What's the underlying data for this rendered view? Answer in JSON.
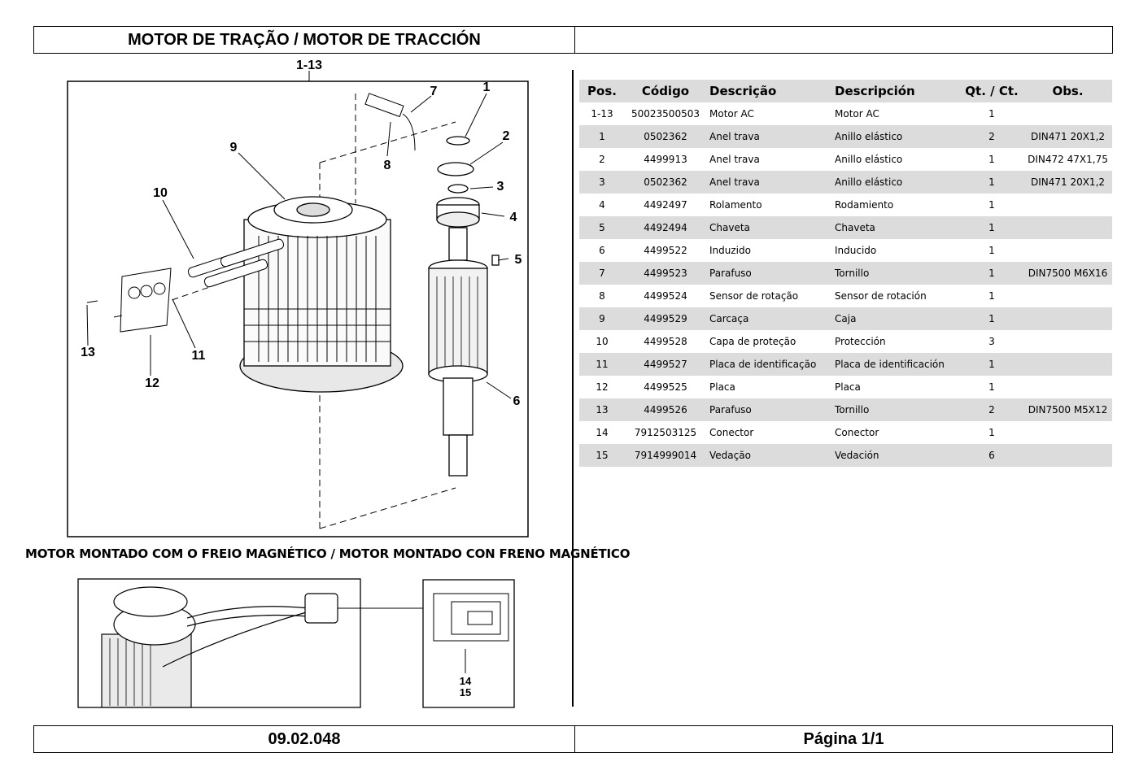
{
  "header": {
    "title": "MOTOR DE TRAÇÃO / MOTOR DE TRACCIÓN",
    "right": ""
  },
  "footer": {
    "code": "09.02.048",
    "page": "Página 1/1"
  },
  "caption": "MOTOR MONTADO COM O FREIO MAGNÉTICO / MOTOR MONTADO CON FRENO MAGNÉTICO",
  "drawing_labels": {
    "assembly": "1-13",
    "l1": "1",
    "l2": "2",
    "l3": "3",
    "l4": "4",
    "l5": "5",
    "l6": "6",
    "l7": "7",
    "l8": "8",
    "l9": "9",
    "l10": "10",
    "l11": "11",
    "l12": "12",
    "l13": "13",
    "l14": "14",
    "l15": "15"
  },
  "table": {
    "headers": [
      "Pos.",
      "Código",
      "Descrição",
      "Descripción",
      "Qt. / Ct.",
      "Obs."
    ],
    "rows": [
      {
        "pos": "1-13",
        "codigo": "50023500503",
        "descricao": "Motor AC",
        "descripcion": "Motor AC",
        "qt": "1",
        "obs": ""
      },
      {
        "pos": "1",
        "codigo": "0502362",
        "descricao": "Anel trava",
        "descripcion": "Anillo elástico",
        "qt": "2",
        "obs": "DIN471 20X1,2"
      },
      {
        "pos": "2",
        "codigo": "4499913",
        "descricao": "Anel trava",
        "descripcion": "Anillo elástico",
        "qt": "1",
        "obs": "DIN472 47X1,75"
      },
      {
        "pos": "3",
        "codigo": "0502362",
        "descricao": "Anel trava",
        "descripcion": "Anillo elástico",
        "qt": "1",
        "obs": "DIN471 20X1,2"
      },
      {
        "pos": "4",
        "codigo": "4492497",
        "descricao": "Rolamento",
        "descripcion": "Rodamiento",
        "qt": "1",
        "obs": ""
      },
      {
        "pos": "5",
        "codigo": "4492494",
        "descricao": "Chaveta",
        "descripcion": "Chaveta",
        "qt": "1",
        "obs": ""
      },
      {
        "pos": "6",
        "codigo": "4499522",
        "descricao": "Induzido",
        "descripcion": "Inducido",
        "qt": "1",
        "obs": ""
      },
      {
        "pos": "7",
        "codigo": "4499523",
        "descricao": "Parafuso",
        "descripcion": "Tornillo",
        "qt": "1",
        "obs": "DIN7500 M6X16"
      },
      {
        "pos": "8",
        "codigo": "4499524",
        "descricao": "Sensor de rotação",
        "descripcion": "Sensor de rotación",
        "qt": "1",
        "obs": ""
      },
      {
        "pos": "9",
        "codigo": "4499529",
        "descricao": "Carcaça",
        "descripcion": "Caja",
        "qt": "1",
        "obs": ""
      },
      {
        "pos": "10",
        "codigo": "4499528",
        "descricao": "Capa de proteção",
        "descripcion": "Protección",
        "qt": "3",
        "obs": ""
      },
      {
        "pos": "11",
        "codigo": "4499527",
        "descricao": "Placa de identificação",
        "descripcion": "Placa de identificación",
        "qt": "1",
        "obs": ""
      },
      {
        "pos": "12",
        "codigo": "4499525",
        "descricao": "Placa",
        "descripcion": "Placa",
        "qt": "1",
        "obs": ""
      },
      {
        "pos": "13",
        "codigo": "4499526",
        "descricao": "Parafuso",
        "descripcion": "Tornillo",
        "qt": "2",
        "obs": "DIN7500 M5X12"
      },
      {
        "pos": "14",
        "codigo": "7912503125",
        "descricao": "Conector",
        "descripcion": "Conector",
        "qt": "1",
        "obs": ""
      },
      {
        "pos": "15",
        "codigo": "7914999014",
        "descricao": "Vedação",
        "descripcion": "Vedación",
        "qt": "6",
        "obs": ""
      }
    ]
  }
}
